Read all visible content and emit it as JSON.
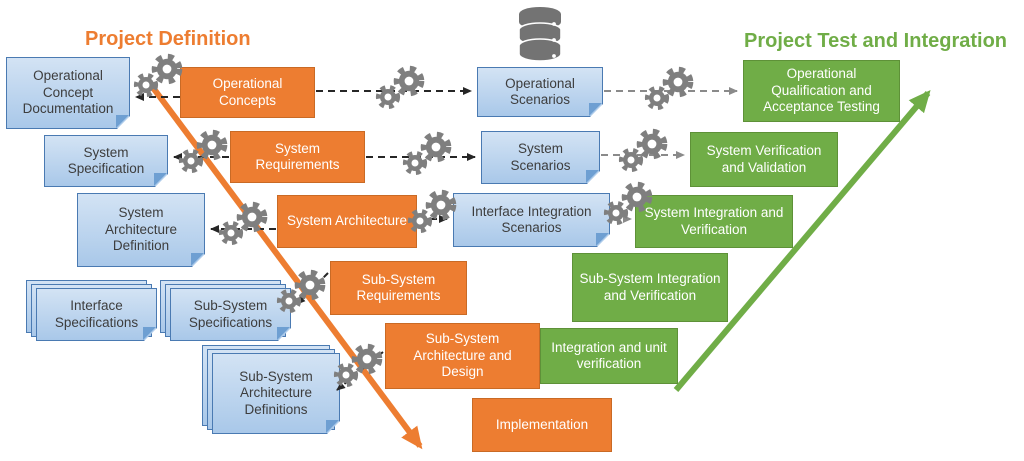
{
  "titles": {
    "project_definition": "Project Definition",
    "project_test_integration": "Project Test and Integration"
  },
  "colors": {
    "accent_orange": "#ED7D31",
    "accent_green": "#70AD47",
    "note_blue_fill": "#A9C8E9",
    "note_blue_border": "#4A7AB2",
    "gear_gray": "#7F7F7F",
    "connector_black": "#262626",
    "connector_gray": "#8A8A8A"
  },
  "icons": {
    "database": "database-icon",
    "gears": "gears-icon"
  },
  "documents": {
    "ocd": "Operational Concept Documentation",
    "system_specification": "System Specification",
    "system_architecture_definition": "System Architecture Definition",
    "interface_specifications": "Interface Specifications",
    "subsystem_specifications": "Sub-System Specifications",
    "subsystem_architecture_definitions": "Sub-System Architecture Definitions"
  },
  "definition_steps": {
    "operational_concepts": "Operational Concepts",
    "system_requirements": "System Requirements",
    "system_architecture": "System Architecture",
    "subsystem_requirements": "Sub-System Requirements",
    "subsystem_architecture_design": "Sub-System Architecture and Design",
    "implementation": "Implementation"
  },
  "scenarios": {
    "operational_scenarios": "Operational Scenarios",
    "system_scenarios": "System Scenarios",
    "interface_integration_scenarios": "Interface Integration Scenarios"
  },
  "tests": {
    "operational_qualification": "Operational Qualification and Acceptance Testing",
    "system_verification_validation": "System Verification and Validation",
    "system_integration_verification": "System Integration and Verification",
    "subsystem_integration_verification": "Sub-System Integration and Verification",
    "integration_unit_verification": "Integration and unit verification"
  }
}
